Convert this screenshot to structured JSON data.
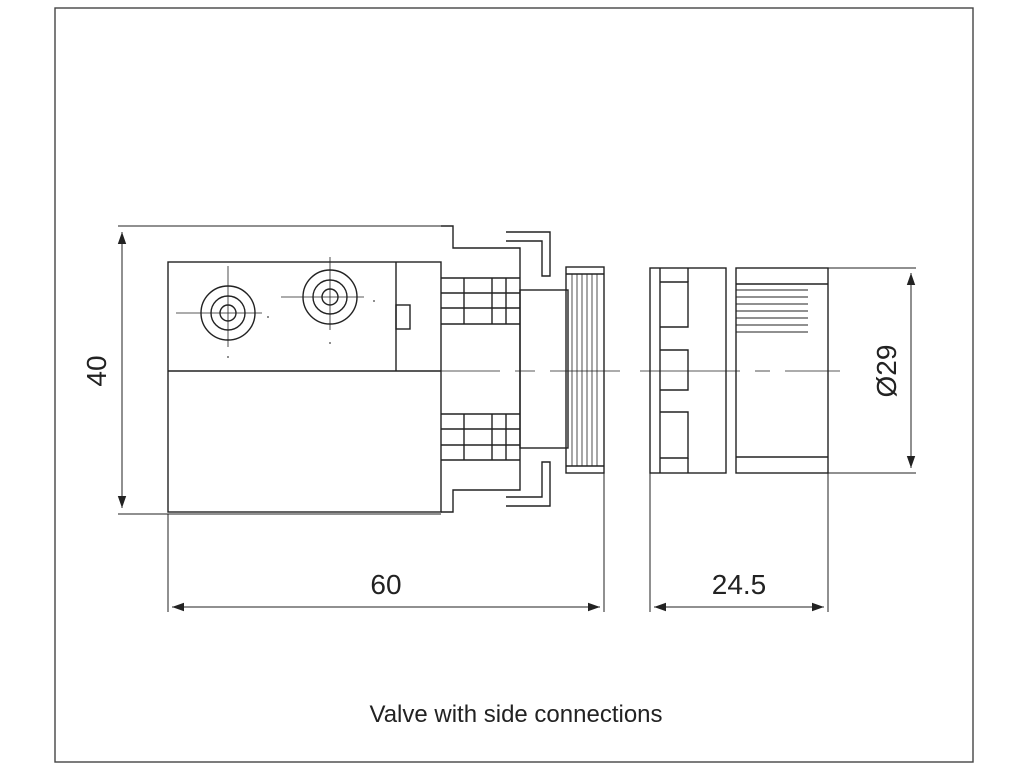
{
  "drawing": {
    "caption": "Valve with side connections",
    "dimensions": {
      "height": "40",
      "overall_length": "60",
      "body_length": "24.5",
      "diameter": "Ø29"
    }
  },
  "colors": {
    "line": "#222222",
    "background": "#ffffff"
  }
}
